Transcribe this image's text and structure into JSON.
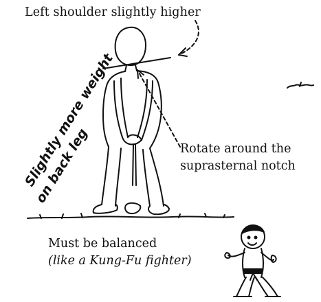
{
  "annotations": {
    "shoulder": "Left shoulder slightly higher",
    "rotate_line1": "Rotate around the",
    "rotate_line2": "suprasternal notch",
    "weight_line1": "Slightly more weight",
    "weight_line2": "on back leg",
    "balanced_line1": "Must be balanced",
    "balanced_line2": "(like a Kung-Fu fighter)"
  },
  "figures": {
    "golfer_icon": "golfer-stance-sketch",
    "fighter_icon": "kung-fu-fighter-cartoon",
    "bird_icon": "bird-sketch"
  },
  "colors": {
    "ink": "#111111",
    "background": "#ffffff"
  }
}
